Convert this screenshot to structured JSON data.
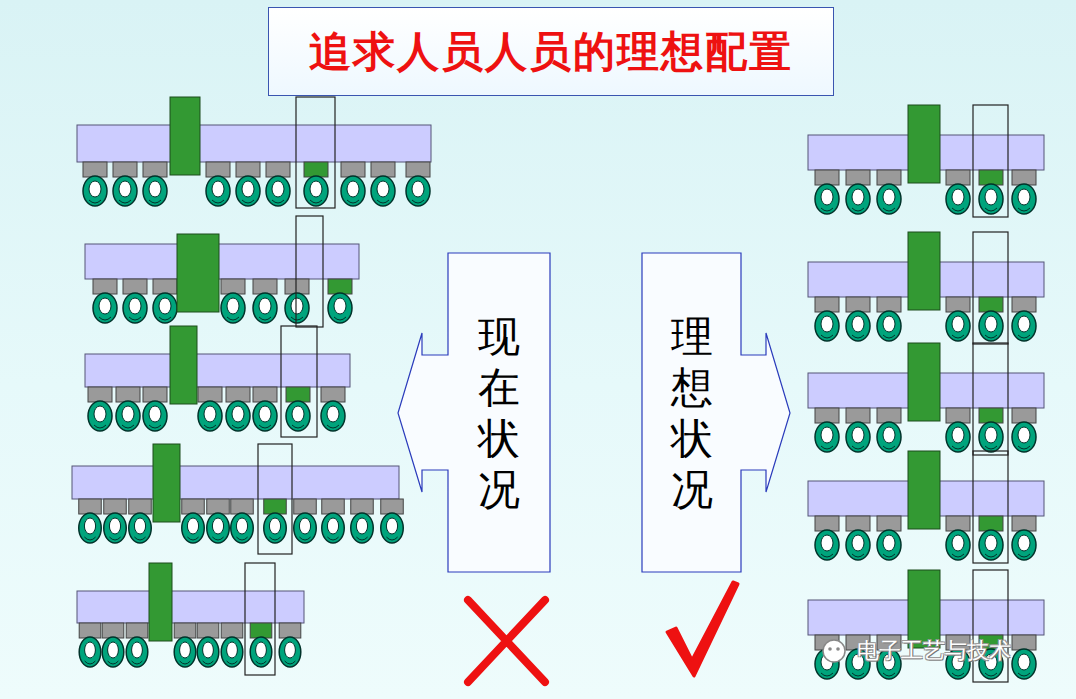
{
  "diagram": {
    "title": "追求人员人员的理想配置",
    "nodes": [
      {
        "text": [
          "现在状况"
        ]
      },
      {
        "text": [
          "理想状况"
        ]
      }
    ],
    "labels": [
      "电子工艺与技术"
    ]
  }
}
